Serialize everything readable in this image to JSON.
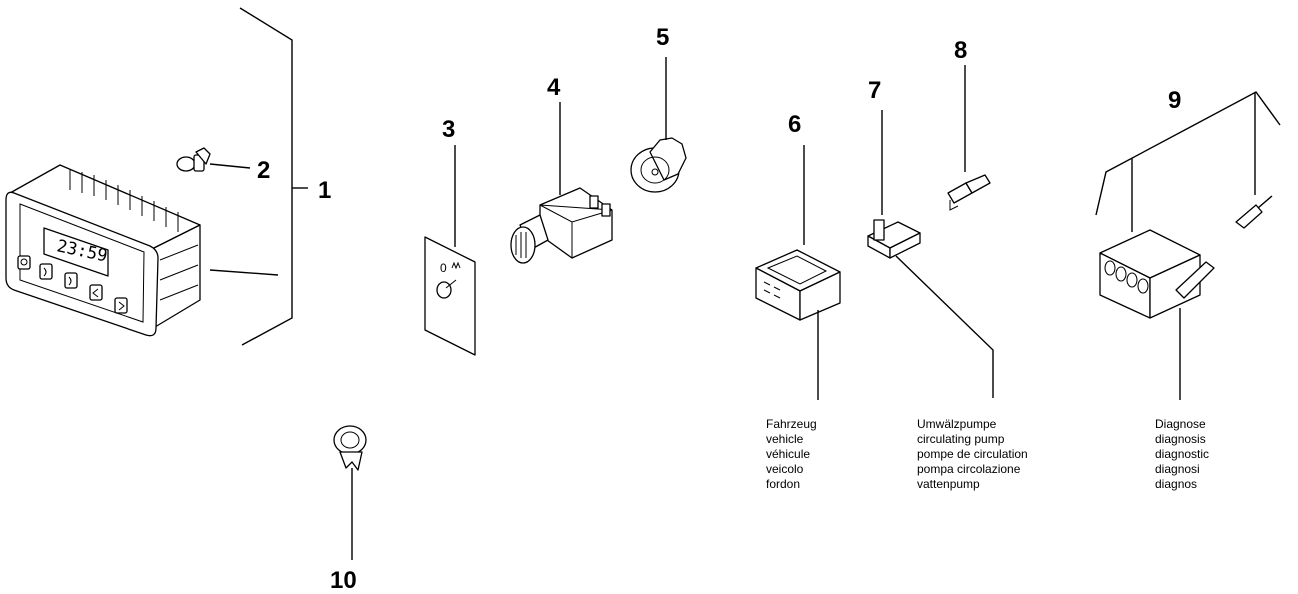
{
  "part_numbers": [
    "1",
    "2",
    "3",
    "4",
    "5",
    "6",
    "7",
    "8",
    "9",
    "10"
  ],
  "clock_display": "23:59",
  "captions": {
    "vehicle": [
      "Fahrzeug",
      "vehicle",
      "véhicule",
      "veicolo",
      "fordon"
    ],
    "pump": [
      "Umwälzpumpe",
      "circulating pump",
      "pompe de circulation",
      "pompa circolazione",
      "vattenpump"
    ],
    "diagnosis": [
      "Diagnose",
      "diagnosis",
      "diagnostic",
      "diagnosi",
      "diagnos"
    ]
  }
}
